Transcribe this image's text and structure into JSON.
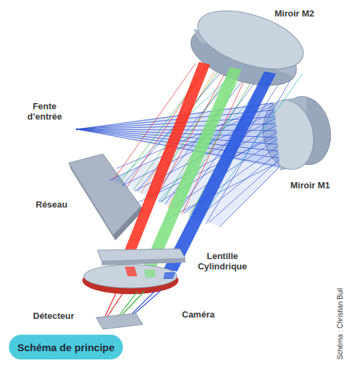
{
  "diagram": {
    "nodes": [
      {
        "text": [
          "Schéma de principe"
        ]
      }
    ],
    "labels": [
      "Miroir M2",
      "Fente d’entrée",
      "Miroir M1",
      "Réseau",
      "Lentille Cylindrique",
      "Schéma : Christian Buil",
      "Détecteur",
      "Caméra"
    ]
  }
}
